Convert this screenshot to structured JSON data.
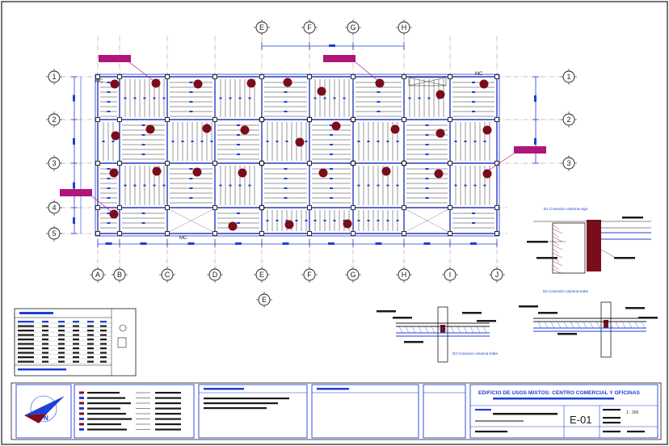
{
  "grid": {
    "columns": [
      "A",
      "B",
      "C",
      "D",
      "E",
      "F",
      "G",
      "H",
      "I",
      "J"
    ],
    "top_columns": [
      "E",
      "F",
      "G",
      "H"
    ],
    "rows": [
      "1",
      "2",
      "3",
      "4",
      "5"
    ],
    "right_rows": [
      "1",
      "2",
      "3"
    ],
    "extra_bottom_bubble": "E"
  },
  "plan_tags": {
    "mc_top_left": "MC",
    "mc_top_right": "MC",
    "mc_bottom": "MC"
  },
  "details": {
    "detail_1_title": "D1 Conexión columna-viga",
    "detail_2_title": "D2 Conexión columna-trabe",
    "detail_3_title": "D3 Conexión columna-trabe"
  },
  "title_block": {
    "project": "EDIFICIO DE USOS MIXTOS: CENTRO COMERCIAL Y OFICINAS",
    "sheet_number": "E-01",
    "scale": "1 : 200",
    "north": "N"
  },
  "colors": {
    "blue": "#1f3fd6",
    "black": "#1a1a1a",
    "maroon": "#7a0d1c",
    "magenta": "#b0157a",
    "grey": "#8a8a8a"
  }
}
